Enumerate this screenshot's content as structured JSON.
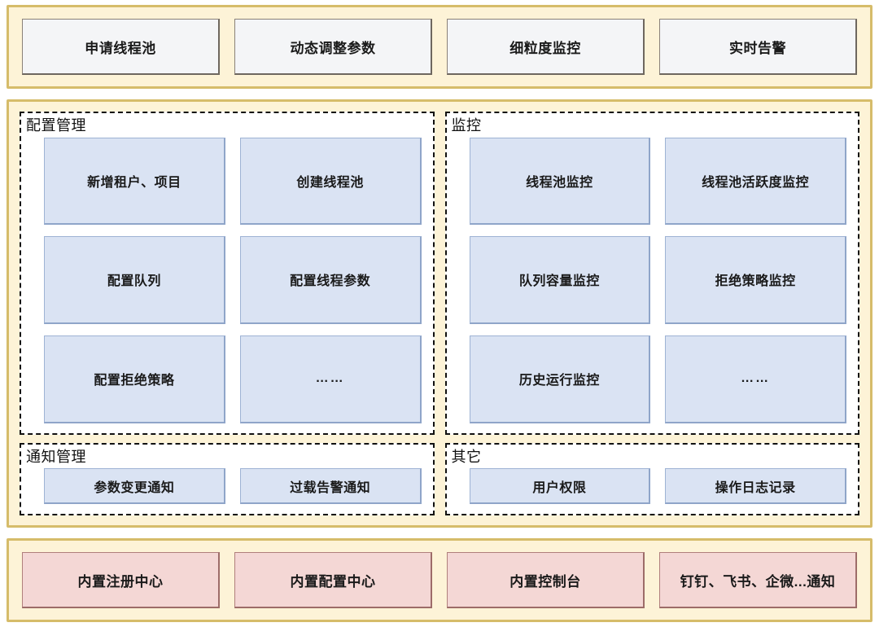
{
  "diagram": {
    "colors": {
      "band_border": "#d6bc6a",
      "band_fill": "#fdf3d7",
      "capability_fill": "#f4f5f7",
      "capability_border": "#8a8178",
      "item_fill": "#dae3f3",
      "item_border": "#9eb3d4",
      "infra_fill": "#f4d7d5",
      "infra_border": "#b07f7c",
      "group_border": "#111111",
      "group_fill": "#ffffff",
      "text": "#1a1a1a"
    }
  },
  "capability_band": {
    "items": [
      {
        "label": "申请线程池"
      },
      {
        "label": "动态调整参数"
      },
      {
        "label": "细粒度监控"
      },
      {
        "label": "实时告警"
      }
    ]
  },
  "platform_band": {
    "groups": [
      {
        "title": "配置管理",
        "items": [
          {
            "label": "新增租户、项目"
          },
          {
            "label": "创建线程池"
          },
          {
            "label": "配置队列"
          },
          {
            "label": "配置线程参数"
          },
          {
            "label": "配置拒绝策略"
          },
          {
            "label": "……"
          }
        ]
      },
      {
        "title": "监控",
        "items": [
          {
            "label": "线程池监控"
          },
          {
            "label": "线程池活跃度监控"
          },
          {
            "label": "队列容量监控"
          },
          {
            "label": "拒绝策略监控"
          },
          {
            "label": "历史运行监控"
          },
          {
            "label": "……"
          }
        ]
      },
      {
        "title": "通知管理",
        "items": [
          {
            "label": "参数变更通知"
          },
          {
            "label": "过载告警通知"
          }
        ]
      },
      {
        "title": "其它",
        "items": [
          {
            "label": "用户权限"
          },
          {
            "label": "操作日志记录"
          }
        ]
      }
    ]
  },
  "infrastructure_band": {
    "items": [
      {
        "label": "内置注册中心"
      },
      {
        "label": "内置配置中心"
      },
      {
        "label": "内置控制台"
      },
      {
        "label": "钉钉、飞书、企微...通知"
      }
    ]
  }
}
